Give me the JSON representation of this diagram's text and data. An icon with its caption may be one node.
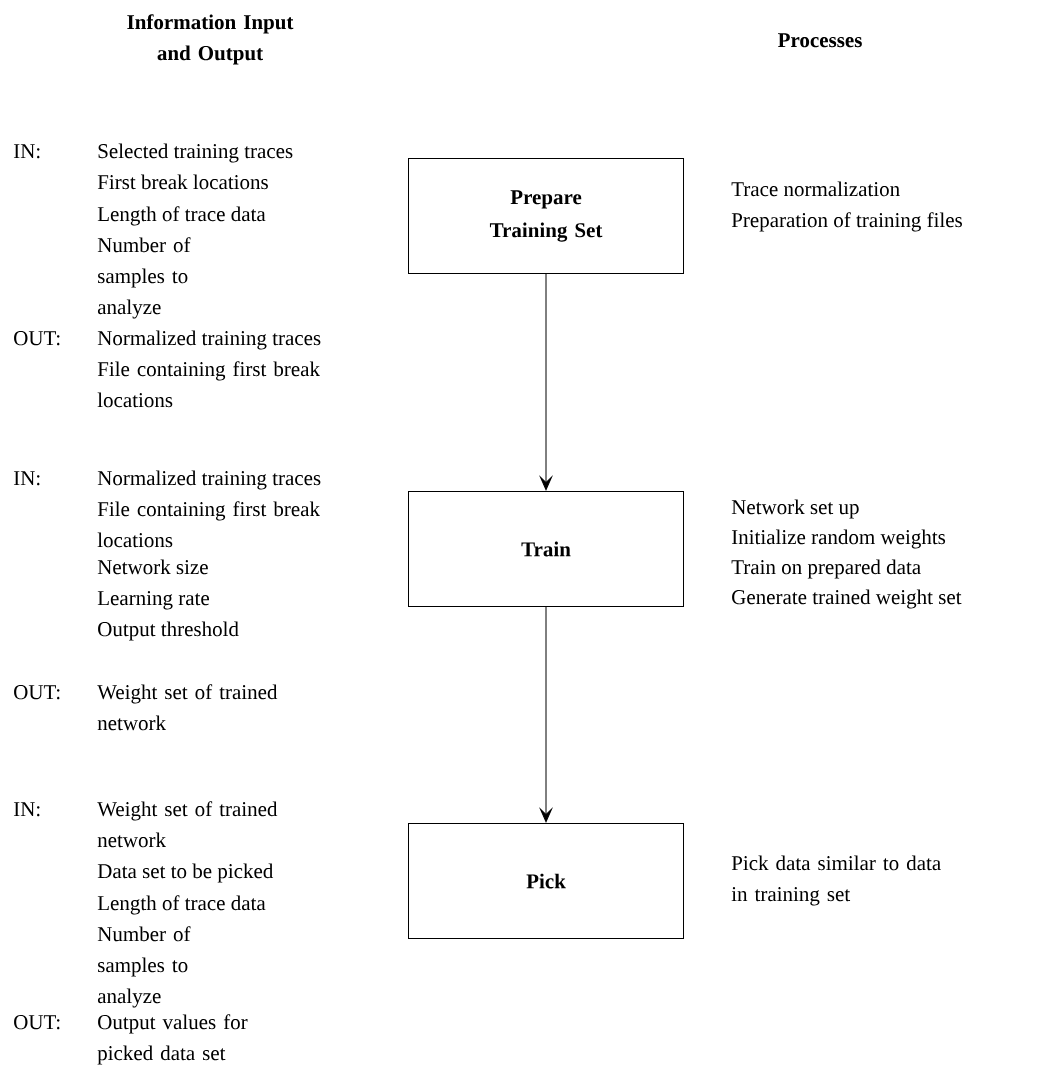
{
  "diagram": {
    "nodes": [
      {
        "text": [
          "Prepare Training Set"
        ],
        "beside": [
          "Trace normalization",
          "Preparation of  training files"
        ]
      },
      {
        "text": [
          "Train"
        ],
        "beside": [
          "Network set up",
          "Initialize random weights",
          "Train on prepared data",
          "Generate trained weight set"
        ]
      },
      {
        "text": [
          "Pick"
        ],
        "beside": [
          "Pick data similar to data in training set"
        ]
      }
    ],
    "edges": [
      {
        "from": 0,
        "to": 1,
        "arrow": "to"
      },
      {
        "from": 1,
        "to": 2,
        "arrow": "to"
      }
    ],
    "labels": [
      "Information Input and Output",
      "Processes",
      "IN:",
      "Selected training traces",
      "First break locations",
      "Length of trace data",
      "Number of samples to analyze",
      "OUT:",
      "Normalized training traces",
      "File containing first break locations",
      "IN:",
      "Normalized training traces",
      "File containing first break locations",
      "Network size",
      "Learning rate",
      "Output threshold",
      "OUT:",
      "Weight set of trained network",
      "IN:",
      "Weight set of trained network",
      "Data set to be picked",
      "Length of trace data",
      "Number of samples to analyze",
      "OUT:",
      "Output values for picked data set"
    ]
  }
}
